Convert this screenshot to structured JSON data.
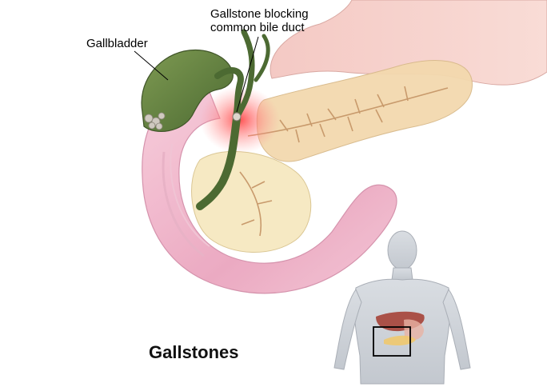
{
  "labels": {
    "gallbladder": "Gallbladder",
    "stone_line1": "Gallstone blocking",
    "stone_line2": "common bile duct"
  },
  "title": "Gallstones"
}
